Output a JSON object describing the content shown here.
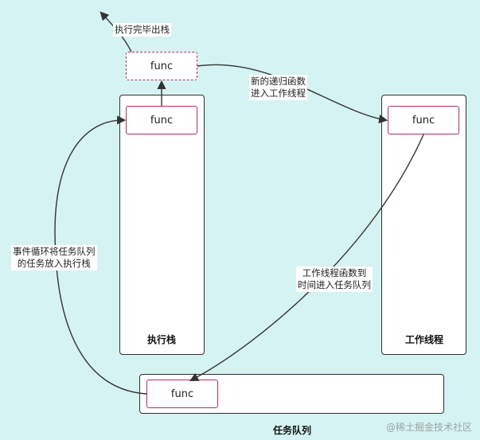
{
  "panels": {
    "exec_stack": {
      "title": "执行栈"
    },
    "worker_thread": {
      "title": "工作线程"
    },
    "task_queue": {
      "title": "任务队列"
    }
  },
  "boxes": {
    "popped_func": "func",
    "exec_func": "func",
    "worker_func": "func",
    "queue_func": "func"
  },
  "labels": {
    "pop_stack": "执行完毕出栈",
    "to_worker_line1": "新的递归函数",
    "to_worker_line2": "进入工作线程",
    "to_queue_line1": "工作线程函数到",
    "to_queue_line2": "时间进入任务队列",
    "event_loop_line1": "事件循环将任务队列",
    "event_loop_line2": "的任务放入执行栈"
  },
  "watermark": "@稀土掘金技术社区",
  "colors": {
    "background": "#d5f3f2",
    "func_border": "#b0305f",
    "panel_border": "#2f2f2f",
    "arrow": "#333333"
  }
}
